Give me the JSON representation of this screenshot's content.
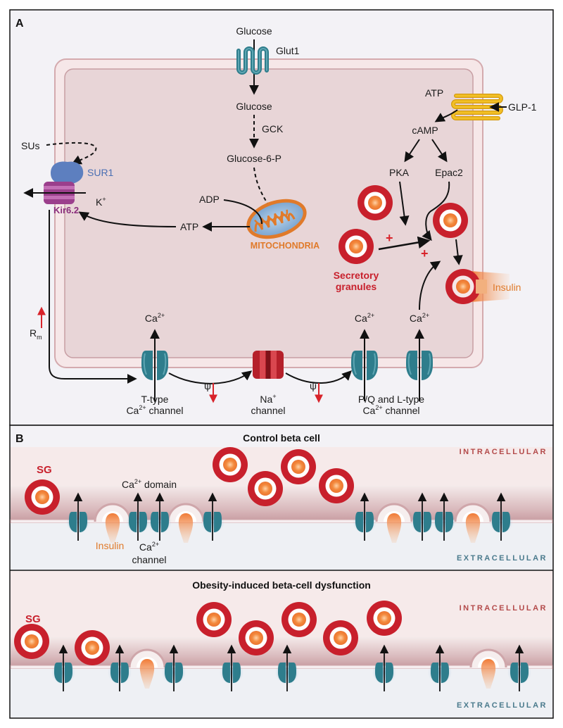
{
  "colors": {
    "granule_red": "#c8202c",
    "insulin_orange": "#f0803a",
    "channel_teal": "#2e7d8c",
    "na_channel_red": "#b5202a",
    "mito_orange": "#e07a2a",
    "mito_blue": "#8fb6d6",
    "sur1_blue": "#5d7fbf",
    "kir_purple": "#9b3f8c",
    "glp1_yellow": "#f2c026",
    "membrane_pink": "#e6c3c6",
    "cytoplasm": "#e9d9da",
    "intracellular_text": "#b34a4a",
    "extracellular_text": "#4a7a8c",
    "arrow_red": "#d8232a"
  },
  "panel_a": {
    "letter": "A",
    "glucose_top": "Glucose",
    "glut1": "Glut1",
    "glucose_inside": "Glucose",
    "gck": "GCK",
    "glucose6p": "Glucose-6-P",
    "adp": "ADP",
    "atp_mito": "ATP",
    "mitochondria": "MITOCHONDRIA",
    "sus": "SUs",
    "sur1": "SUR1",
    "kir62": "Kir6.2",
    "k_ion": "K",
    "k_sup": "+",
    "atp_glp": "ATP",
    "glp1": "GLP-1",
    "camp": "cAMP",
    "pka": "PKA",
    "epac2": "Epac2",
    "secretory_line1": "Secretory",
    "secretory_line2": "granules",
    "insulin": "Insulin",
    "plus": "+",
    "rm_main": "R",
    "rm_sub": "m",
    "ca_base": "Ca",
    "ca_sup": "2+",
    "psi": "ψ",
    "t_type_line1": "T-type",
    "t_type_line2_suffix": " channel",
    "na_line1": "Na",
    "na_sup": "+",
    "na_line2": "channel",
    "pq_line1": "P/Q and L-type",
    "pq_line2_suffix": " channel"
  },
  "panel_b": {
    "letter": "B",
    "control_title": "Control beta cell",
    "obesity_title": "Obesity-induced beta-cell dysfunction",
    "intracellular": "INTRACELLULAR",
    "extracellular": "EXTRACELLULAR",
    "sg": "SG",
    "ca_domain_suffix": " domain",
    "insulin": "Insulin",
    "ca_channel_line2": "channel"
  }
}
